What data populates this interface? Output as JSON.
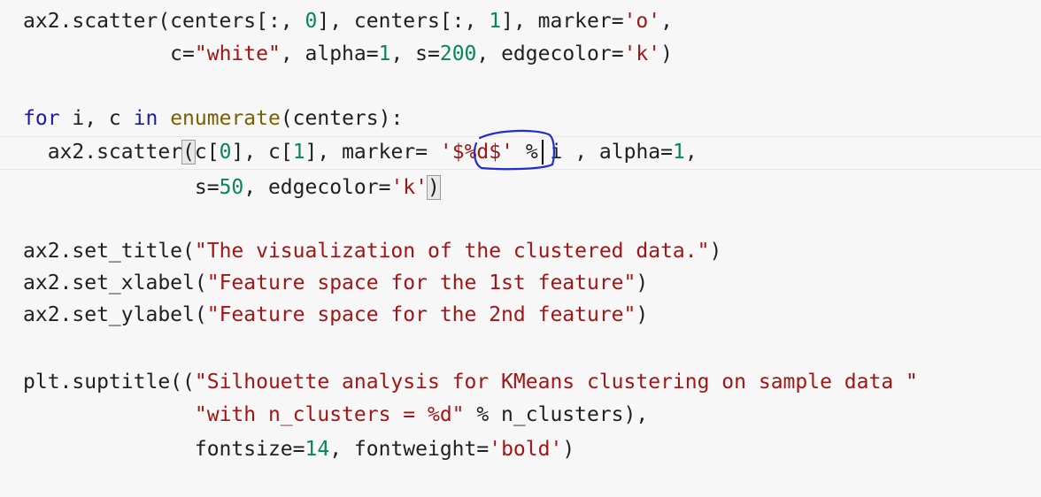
{
  "editor": {
    "lines": [
      {
        "segments": [
          [
            "plain",
            "ax2.scatter(centers[:, "
          ],
          [
            "num",
            "0"
          ],
          [
            "plain",
            "], centers[:, "
          ],
          [
            "num",
            "1"
          ],
          [
            "plain",
            "], marker="
          ],
          [
            "str",
            "'o'"
          ],
          [
            "plain",
            ","
          ]
        ]
      },
      {
        "segments": [
          [
            "plain",
            "            c="
          ],
          [
            "str",
            "\"white\""
          ],
          [
            "plain",
            ", alpha="
          ],
          [
            "num",
            "1"
          ],
          [
            "plain",
            ", s="
          ],
          [
            "num",
            "200"
          ],
          [
            "plain",
            ", edgecolor="
          ],
          [
            "str",
            "'k'"
          ],
          [
            "plain",
            ")"
          ]
        ]
      },
      {
        "segments": []
      },
      {
        "segments": [
          [
            "kw",
            "for"
          ],
          [
            "plain",
            " i, c "
          ],
          [
            "kw",
            "in"
          ],
          [
            "plain",
            " "
          ],
          [
            "fn",
            "enumerate"
          ],
          [
            "plain",
            "(centers):"
          ]
        ]
      },
      {
        "segments": [
          [
            "plain",
            "  ax2.scatter"
          ],
          [
            "bracket",
            "("
          ],
          [
            "plain",
            "c["
          ],
          [
            "num",
            "0"
          ],
          [
            "plain",
            "], c["
          ],
          [
            "num",
            "1"
          ],
          [
            "plain",
            "], marker= "
          ],
          [
            "str",
            "'$%d$'"
          ],
          [
            "plain",
            " % i , alpha="
          ],
          [
            "num",
            "1"
          ],
          [
            "plain",
            ","
          ]
        ]
      },
      {
        "segments": [
          [
            "plain",
            "              s="
          ],
          [
            "num",
            "50"
          ],
          [
            "plain",
            ", edgecolor="
          ],
          [
            "str",
            "'k'"
          ],
          [
            "bracket",
            ")"
          ]
        ]
      },
      {
        "segments": []
      },
      {
        "segments": [
          [
            "plain",
            "ax2.set_title("
          ],
          [
            "str",
            "\"The visualization of the clustered data.\""
          ],
          [
            "plain",
            ")"
          ]
        ]
      },
      {
        "segments": [
          [
            "plain",
            "ax2.set_xlabel("
          ],
          [
            "str",
            "\"Feature space for the 1st feature\""
          ],
          [
            "plain",
            ")"
          ]
        ]
      },
      {
        "segments": [
          [
            "plain",
            "ax2.set_ylabel("
          ],
          [
            "str",
            "\"Feature space for the 2nd feature\""
          ],
          [
            "plain",
            ")"
          ]
        ]
      },
      {
        "segments": []
      },
      {
        "segments": [
          [
            "plain",
            "plt.suptitle(("
          ],
          [
            "str",
            "\"Silhouette analysis for KMeans clustering on sample data \""
          ]
        ]
      },
      {
        "segments": [
          [
            "plain",
            "              "
          ],
          [
            "str",
            "\"with n_clusters = %d\""
          ],
          [
            "plain",
            " % n_clusters),"
          ]
        ]
      },
      {
        "segments": [
          [
            "plain",
            "              fontsize="
          ],
          [
            "num",
            "14"
          ],
          [
            "plain",
            ", fontweight="
          ],
          [
            "str",
            "'bold'"
          ],
          [
            "plain",
            ")"
          ]
        ]
      }
    ]
  },
  "colors": {
    "keyword": "#1a1aa6",
    "function": "#7a5f00",
    "number": "#098658",
    "string": "#a31515",
    "annotation_stroke": "#1f2fd0"
  }
}
